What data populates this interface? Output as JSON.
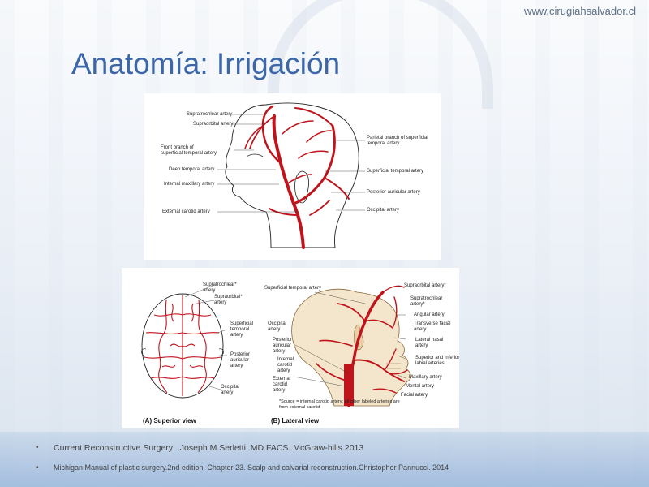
{
  "slide": {
    "website": "www.cirugiahsalvador.cl",
    "title": "Anatomía: Irrigación"
  },
  "figure_top": {
    "labels_left": [
      "Supratrochlear artery",
      "Supraorbital artery",
      "Front branch of",
      "superficial temporal artery",
      "Deep temporal artery",
      "Internal maxillary artery",
      "External carotid artery"
    ],
    "labels_right": [
      "Parietal branch of superficial",
      "temporal artery",
      "Superficial temporal artery",
      "Posterior auricular artery",
      "Occipital artery"
    ]
  },
  "figure_bottom": {
    "superior_labels": [
      "Supratrochlear*",
      "artery",
      "Supraorbital*",
      "artery",
      "Superficial",
      "temporal",
      "artery",
      "Posterior",
      "auricular",
      "artery",
      "Occipital",
      "artery"
    ],
    "lateral_labels_left": [
      "Superficial temporal artery",
      "Occipital",
      "artery",
      "Posterior",
      "auricular",
      "artery",
      "Internal",
      "carotid",
      "artery",
      "External",
      "carotid",
      "artery"
    ],
    "lateral_labels_right": [
      "Supraorbital artery*",
      "Supratrochlear",
      "artery*",
      "Angular artery",
      "Transverse facial",
      "artery",
      "Lateral nasal",
      "artery",
      "Superior and inferior",
      "labial arteries",
      "Maxillary artery",
      "Mental artery",
      "Facial artery"
    ],
    "note": "*Source = internal carotid artery; all other labeled arteries are from external carotid",
    "caption_a": "(A) Superior view",
    "caption_b": "(B) Lateral view"
  },
  "references": [
    "Current Reconstructive Surgery . Joseph M.Serletti. MD.FACS. McGraw-hills.2013",
    "Michigan Manual of plastic surgery.2nd edition. Chapter 23. Scalp and calvarial reconstruction.Christopher Pannucci. 2014"
  ],
  "bullet_symbol": "•",
  "colors": {
    "title": "#3b66a7",
    "artery": "#c0141c",
    "text": "#444444"
  }
}
